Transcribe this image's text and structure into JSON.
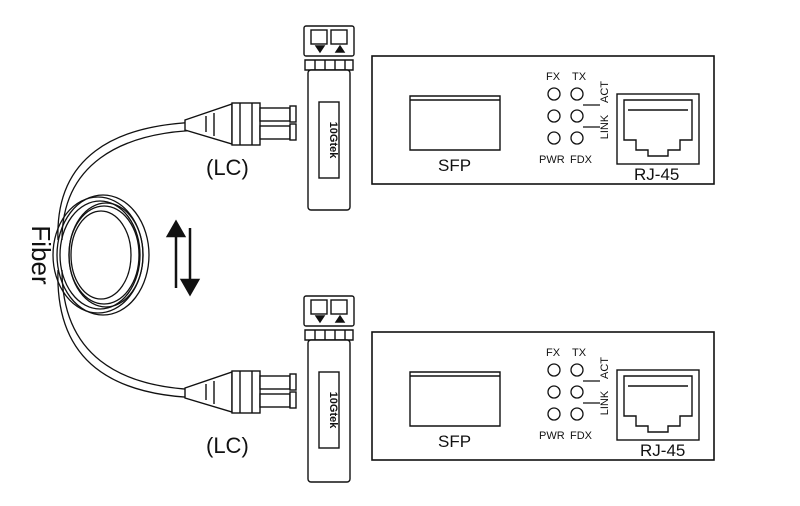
{
  "fiber_label": "Fiber",
  "colors": {
    "ink": "#111111",
    "background": "#ffffff"
  },
  "links": [
    {
      "connector_label": "(LC)",
      "module_brand": "10Gtek",
      "converter": {
        "sfp_label": "SFP",
        "rj45_label": "RJ-45",
        "leds": {
          "fx": "FX",
          "tx": "TX",
          "act": "ACT",
          "link": "LINK",
          "pwr": "PWR",
          "fdx": "FDX"
        }
      }
    },
    {
      "connector_label": "(LC)",
      "module_brand": "10Gtek",
      "converter": {
        "sfp_label": "SFP",
        "rj45_label": "RJ-45",
        "leds": {
          "fx": "FX",
          "tx": "TX",
          "act": "ACT",
          "link": "LINK",
          "pwr": "PWR",
          "fdx": "FDX"
        }
      }
    }
  ],
  "icons": [
    "bidirectional-arrows-icon",
    "fiber-coil-icon",
    "lc-connector-icon",
    "sfp-module-icon",
    "rj45-port-icon",
    "led-icon"
  ]
}
